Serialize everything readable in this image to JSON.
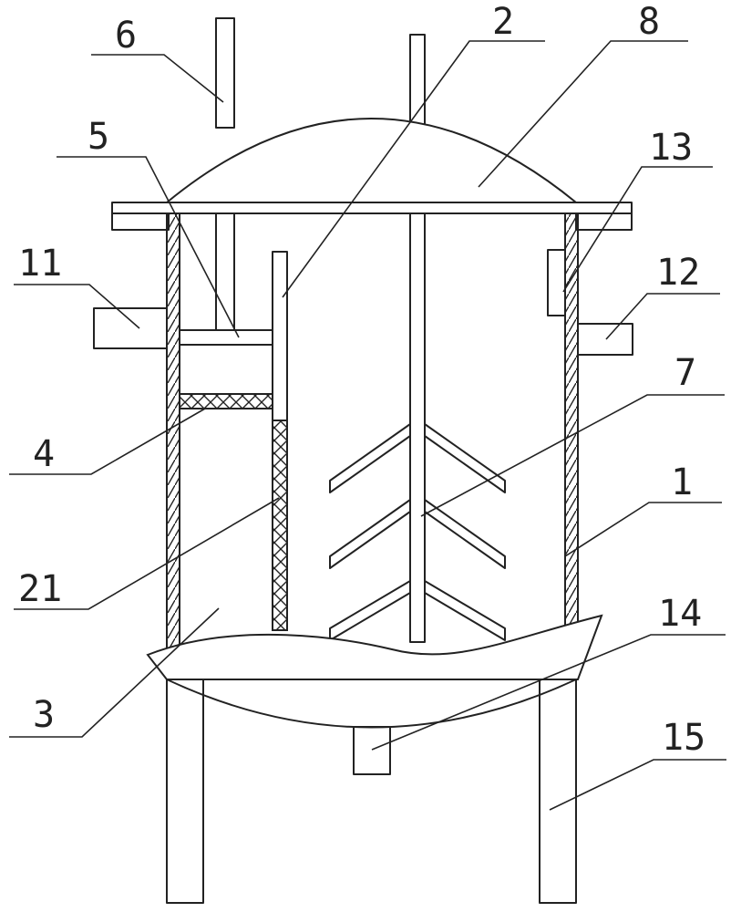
{
  "labels": {
    "l1": "1",
    "l2": "2",
    "l3": "3",
    "l4": "4",
    "l5": "5",
    "l6": "6",
    "l7": "7",
    "l8": "8",
    "l11": "11",
    "l12": "12",
    "l13": "13",
    "l14": "14",
    "l15": "15",
    "l21": "21"
  },
  "colors": {
    "line": "#222222",
    "background": "#ffffff"
  }
}
